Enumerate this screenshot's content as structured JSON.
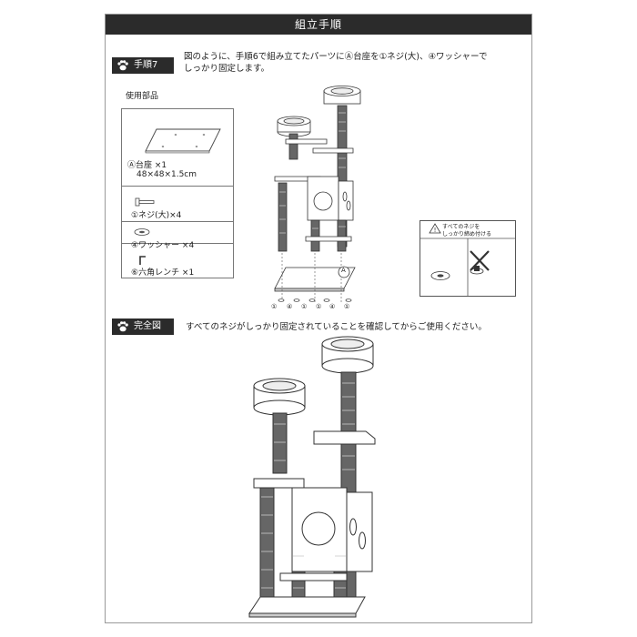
{
  "header": {
    "title": "組立手順"
  },
  "step7": {
    "badge": "手順7",
    "instruction_line1": "図のように、手順6で組み立てたパーツにⒶ台座を①ネジ(大)、④ワッシャーで",
    "instruction_line2": "しっかり固定します。"
  },
  "parts": {
    "title": "使用部品",
    "items": [
      {
        "line1": "Ⓐ台座 ×1",
        "line2": "48×48×1.5cm"
      },
      {
        "line1": "①ネジ(大)×4"
      },
      {
        "line1": "④ワッシャー ×4"
      },
      {
        "line1": "⑥六角レンチ ×1"
      }
    ]
  },
  "diagram": {
    "base_label": "A",
    "screw_labels": [
      "①",
      "④",
      "①",
      "①",
      "④",
      "①"
    ]
  },
  "warning": {
    "line1": "すべてのネジを",
    "line2": "しっかり締め付ける"
  },
  "complete": {
    "badge": "完全図",
    "instruction": "すべてのネジがしっかり固定されていることを確認してからご使用ください。"
  },
  "colors": {
    "header_bg": "#2b2b2b",
    "header_text": "#ffffff",
    "border": "#999999"
  },
  "icons": [
    "paw-icon",
    "warning-triangle-icon",
    "cross-icon"
  ]
}
